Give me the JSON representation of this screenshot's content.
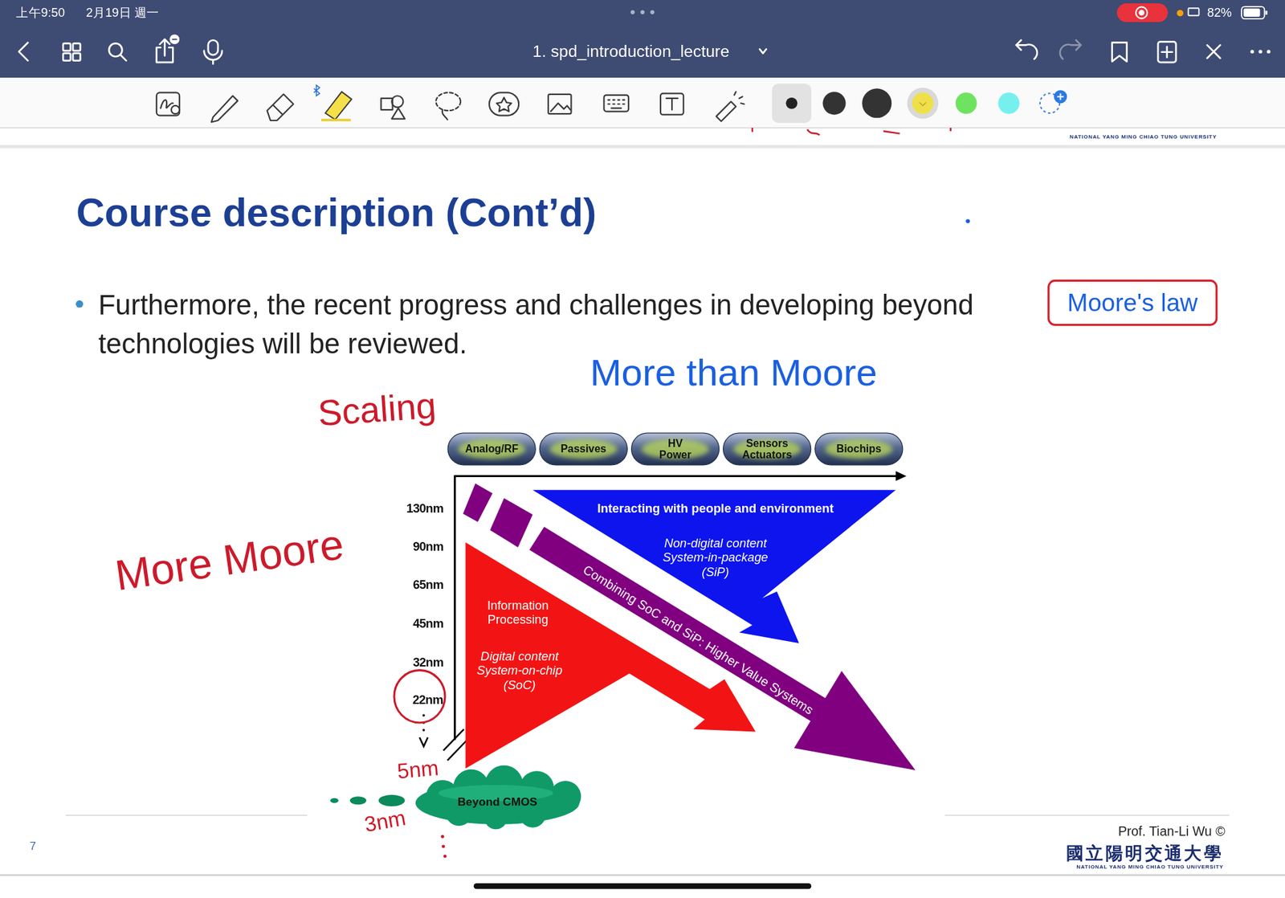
{
  "diagram": {
    "title": "Course description (Cont’d)",
    "nodes": [
      {
        "text": [
          "Moore's law"
        ]
      },
      {
        "text": [
          "Analog/RF"
        ]
      },
      {
        "text": [
          "Passives"
        ]
      },
      {
        "text": [
          "HV Power"
        ]
      },
      {
        "text": [
          "Sensors Actuators"
        ]
      },
      {
        "text": [
          "Biochips"
        ]
      },
      {
        "text": [
          "Interacting with people and environment",
          "Non-digital content System-in-package (SiP)"
        ]
      },
      {
        "text": [
          "Combining SoC and SiP: Higher Value Systems"
        ]
      },
      {
        "text": [
          "Information Processing",
          "Digital content System-on-chip (SoC)"
        ]
      },
      {
        "text": [
          "22nm"
        ]
      },
      {
        "text": [
          "Beyond CMOS"
        ]
      }
    ],
    "labels": [
      "上午9:50",
      "2月19日 週一",
      "82%",
      "1. spd_introduction_lecture",
      "NATIONAL YANG MING CHIAO TUNG UNIVERSITY",
      "Furthermore, the recent progress and challenges in developing beyond",
      "technologies will be reviewed.",
      "More than Moore",
      "Scaling",
      "More Moore",
      "130nm",
      "90nm",
      "65nm",
      "45nm",
      "32nm",
      "5nm",
      "3nm",
      "7",
      "Prof. Tian-Li Wu ©",
      "國立陽明交通大學",
      "NATIONAL YANG MING CHIAO TUNG UNIVERSITY"
    ]
  }
}
